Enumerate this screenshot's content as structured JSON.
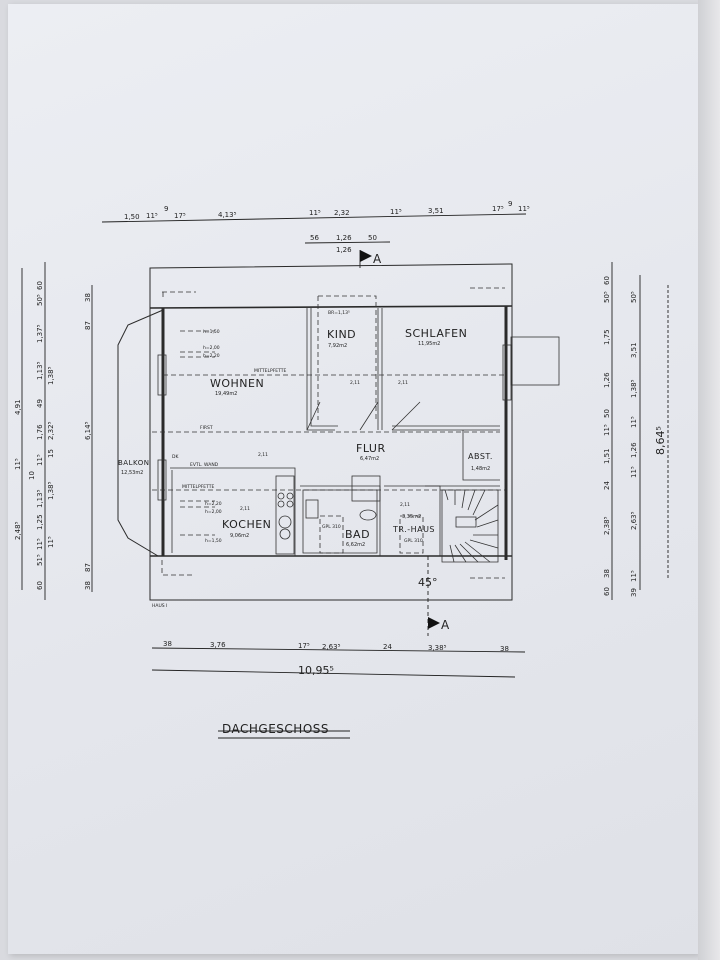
{
  "plan": {
    "title": "DACHGESCHOSS",
    "section_marker": "A",
    "angle": "45°",
    "house_label": "HAUS I",
    "rooms": {
      "wohnen": {
        "name": "WOHNEN",
        "area": "19,49m2"
      },
      "kind": {
        "name": "KIND",
        "area": "7,92m2"
      },
      "schlafen": {
        "name": "SCHLAFEN",
        "area": "11,95m2"
      },
      "flur": {
        "name": "FLUR",
        "area": "6,47m2"
      },
      "abst": {
        "name": "ABST.",
        "area": "1,48m2"
      },
      "balkon": {
        "name": "BALKON",
        "area": "12,53m2"
      },
      "kochen": {
        "name": "KOCHEN",
        "area": "9,06m2"
      },
      "bad": {
        "name": "BAD",
        "area": "6,62m2"
      },
      "trhaus": {
        "name": "TR.-HAUS",
        "area": "3,35m2"
      }
    },
    "annotations": {
      "mittelpfette_1": "MITTELPFETTE",
      "mittelpfette_2": "MITTELPFETTE",
      "first": "FIRST",
      "evtl_wand": "EVTL. WAND",
      "dk": "DK",
      "window_kind": "BR=1,13⁵",
      "h1": "h=1,50",
      "h2": "h=2,00",
      "h3": "h=2,20",
      "h4": "h=2,20",
      "h5": "h=2,00",
      "h6": "h=1,50",
      "gpl_bad": "GPL 310",
      "gpl_tr": "GPL 310",
      "door_h1": "2,11",
      "door_h2": "2,11",
      "door_h3": "2,11",
      "door_h4": "2,11",
      "door_h5": "2,11"
    },
    "dims_top": [
      "1,50",
      "11⁵",
      "9",
      "17⁵",
      "4,13⁵",
      "11⁵",
      "2,32",
      "11⁵",
      "3,51",
      "17⁵",
      "9",
      "11⁵"
    ],
    "dims_top_sub": [
      "56",
      "1,26",
      "50",
      "1,26"
    ],
    "dims_bottom": [
      "38",
      "3,76",
      "17⁵",
      "2,63⁵",
      "24",
      "3,38⁵",
      "38"
    ],
    "dims_bottom_total": "10,95⁵",
    "dims_left_outer": [
      "4,91",
      "11⁵",
      "2,48⁵"
    ],
    "dims_left_mid": [
      "60",
      "50⁵",
      "1,37⁵",
      "1,13⁵",
      "49",
      "1,76",
      "11⁵",
      "10",
      "1,13⁵",
      "1,25",
      "11⁵",
      "51⁵",
      "60"
    ],
    "dims_left_mid2": [
      "1,38⁵",
      "2,32⁵",
      "15",
      "1,38⁵",
      "11⁵"
    ],
    "dims_left_inner": [
      "38",
      "87",
      "6,14⁵",
      "87",
      "38"
    ],
    "dims_right_inner": [
      "60",
      "50⁵",
      "1,75",
      "1,26",
      "50",
      "11⁵",
      "1,51",
      "24",
      "2,38⁵",
      "38",
      "60"
    ],
    "dims_right_mid": [
      "50⁵",
      "1,38⁵",
      "3,51",
      "11⁵",
      "1,26",
      "11⁵",
      "2,63⁵",
      "11⁵",
      "39"
    ],
    "dims_right_total": "8,64⁵"
  }
}
